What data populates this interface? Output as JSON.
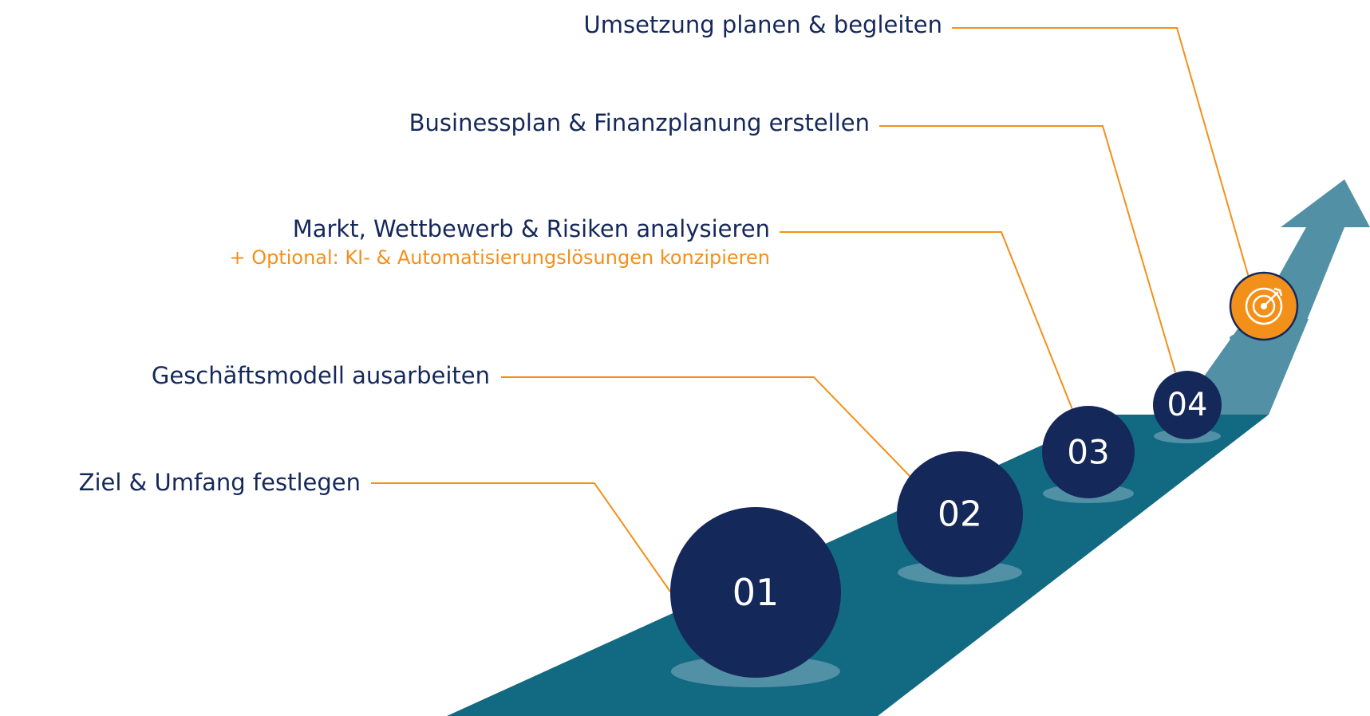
{
  "steps": [
    {
      "number": "01",
      "label": "Ziel & Umfang festlegen"
    },
    {
      "number": "02",
      "label": "Geschäftsmodell ausarbeiten"
    },
    {
      "number": "03",
      "label": "Markt, Wettbewerb & Risiken analysieren",
      "sublabel": "+ Optional: KI- & Automatisierungslösungen konzipieren"
    },
    {
      "number": "04",
      "label": "Businessplan & Finanzplanung erstellen"
    },
    {
      "label": "Umsetzung planen & begleiten",
      "icon": "target-icon"
    }
  ],
  "colors": {
    "navy": "#15285a",
    "teal_dark": "#126a82",
    "teal_light": "#5290a5",
    "orange": "#f39019",
    "text": "#15285a"
  }
}
